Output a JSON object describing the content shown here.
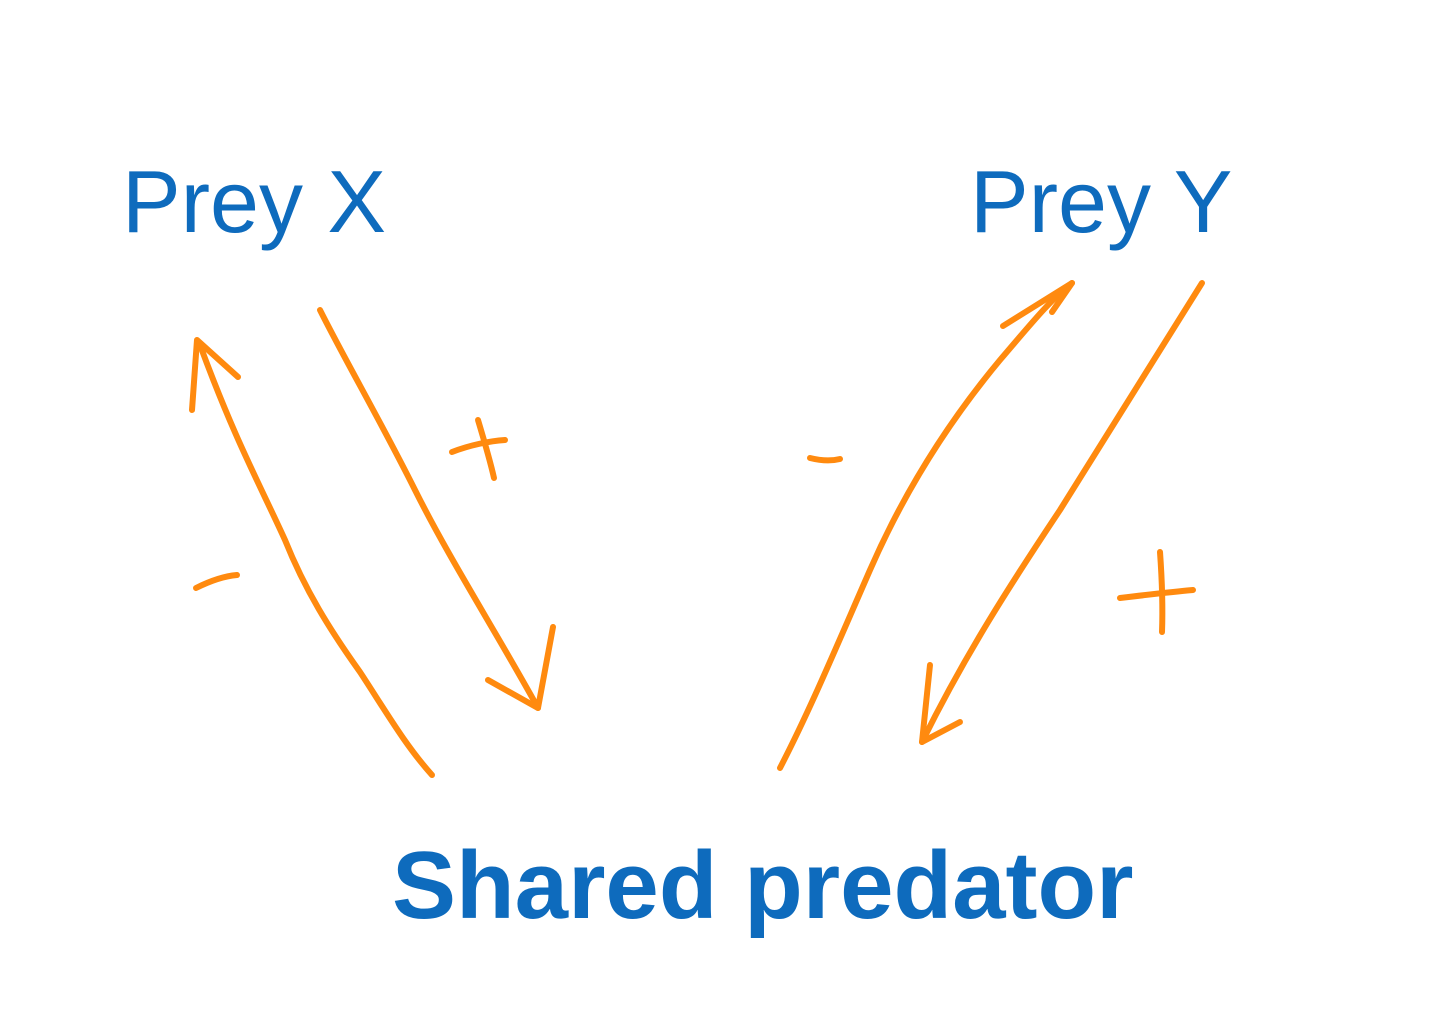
{
  "nodes": {
    "prey_x": "Prey X",
    "prey_y": "Prey Y",
    "predator": "Shared predator"
  },
  "edges": [
    {
      "from": "Shared predator",
      "to": "Prey X",
      "sign": "-"
    },
    {
      "from": "Prey X",
      "to": "Shared predator",
      "sign": "+"
    },
    {
      "from": "Shared predator",
      "to": "Prey Y",
      "sign": "-"
    },
    {
      "from": "Prey Y",
      "to": "Shared predator",
      "sign": "+"
    }
  ],
  "colors": {
    "text": "#0e6bbd",
    "arrows": "#ff8a0f"
  }
}
